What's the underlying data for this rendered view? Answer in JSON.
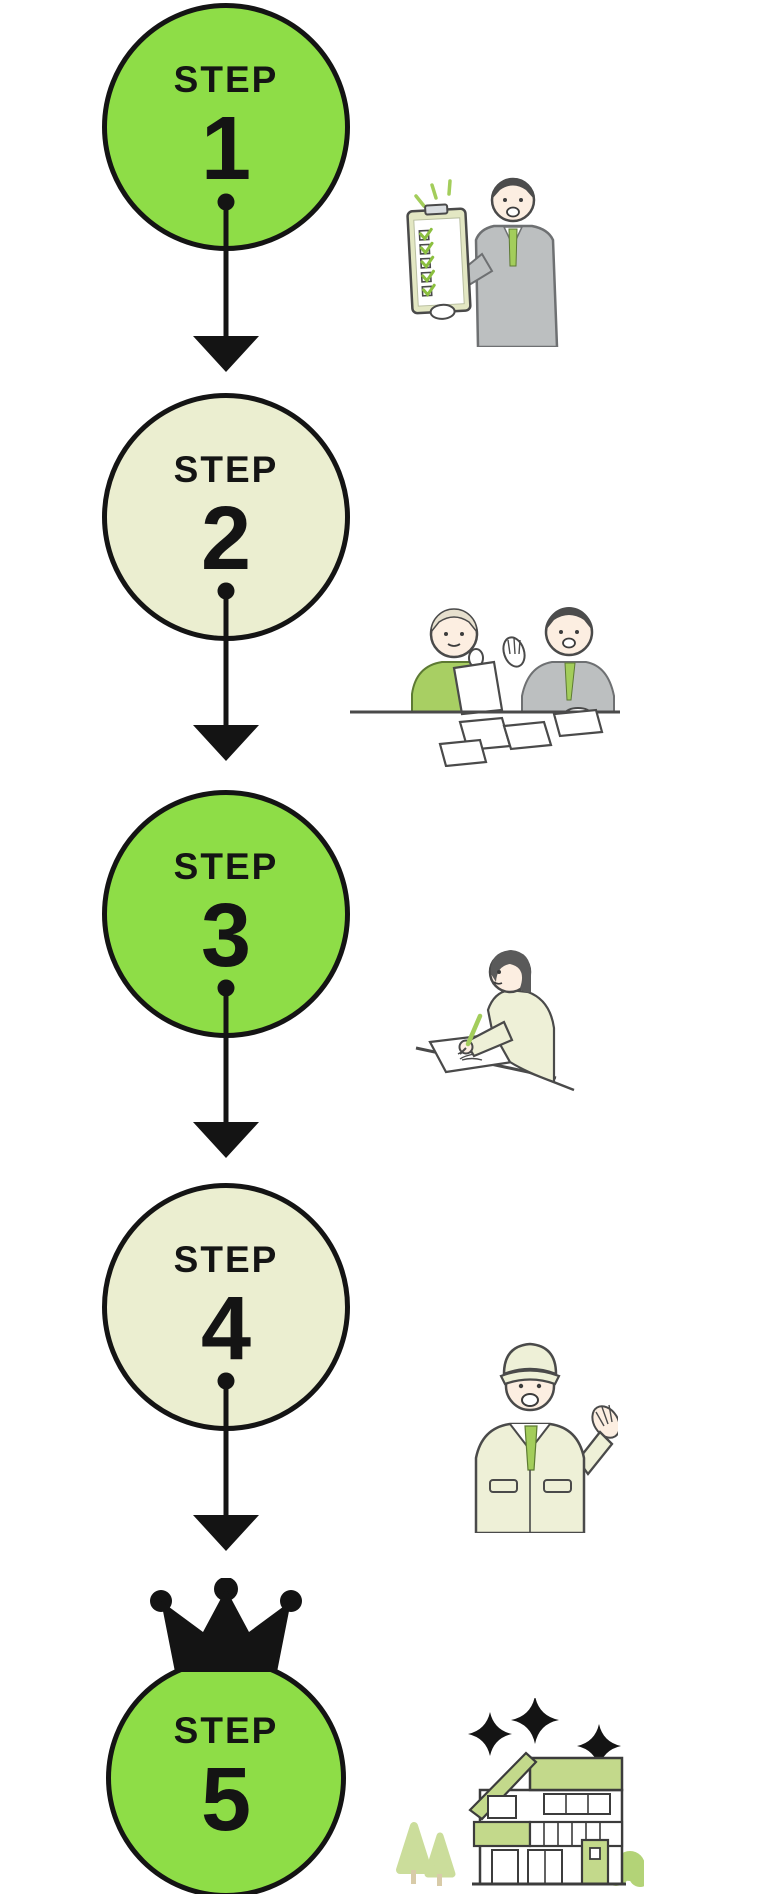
{
  "title": "5-step process flow diagram",
  "colors": {
    "step_green": "#8edd47",
    "step_cream": "#ebeed0",
    "outline_black": "#141414",
    "accent_green": "#a3cd5b",
    "pale_uniform": "#eef0d7",
    "suit_gray": "#bcbfc0",
    "hair_dark": "#4c4c4c",
    "skin": "#fceee1",
    "house_green": "#c3d98b",
    "tree_green": "#cbdd9b",
    "bush_green": "#b3d377"
  },
  "steps": [
    {
      "label": "STEP",
      "number": "1",
      "variant": "green",
      "illustration": "consultant-presenting-checklist"
    },
    {
      "label": "STEP",
      "number": "2",
      "variant": "cream",
      "illustration": "two-people-reviewing-documents"
    },
    {
      "label": "STEP",
      "number": "3",
      "variant": "green",
      "illustration": "woman-signing-document"
    },
    {
      "label": "STEP",
      "number": "4",
      "variant": "cream",
      "illustration": "worker-in-uniform-presenting"
    },
    {
      "label": "STEP",
      "number": "5",
      "variant": "green",
      "illustration": "sparkling-house-with-trees",
      "crown": "crown-icon"
    }
  ]
}
